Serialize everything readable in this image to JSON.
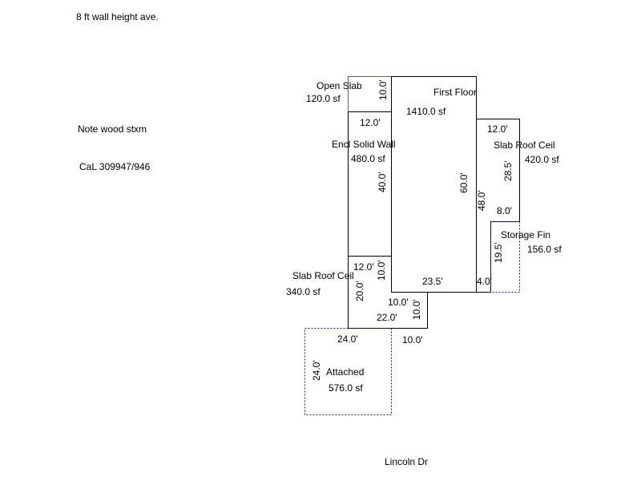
{
  "notes": {
    "wall_height": "8 ft wall height ave.",
    "wood": "Note wood stxm",
    "cal": "CaL 309947/946",
    "street": "Lincoln Dr"
  },
  "areas": {
    "open_slab": {
      "name": "Open Slab",
      "area": "120.0 sf",
      "color": "#2e8b2e"
    },
    "first_floor": {
      "name": "First Floor",
      "area": "1410.0 sf",
      "color": "#000000"
    },
    "encl_wall": {
      "name": "Encl Solid Wall",
      "area": "480.0 sf",
      "color": "#000000"
    },
    "slab_roof_right": {
      "name": "Slab Roof Ceil",
      "area": "420.0 sf",
      "color": "#000000"
    },
    "storage": {
      "name": "Storage Fin",
      "area": "156.0 sf",
      "color": "#1a1a80"
    },
    "slab_roof_left": {
      "name": "Slab Roof Ceil",
      "area": "340.0 sf",
      "color": "#000000"
    },
    "attached": {
      "name": "Attached",
      "area": "576.0 sf",
      "color": "#1a1a80"
    }
  },
  "dims": {
    "open_slab_h": "10.0'",
    "encl_top": "12.0'",
    "encl_h": "40.0'",
    "ff_h": "60.0'",
    "ff_right_h": "48.0'",
    "ff_bottom": "23.5'",
    "ff_bottom_right": "4.0'",
    "srr_top": "12.0'",
    "srr_h": "28.5'",
    "srr_bottom": "8.0'",
    "storage_h": "19.5'",
    "srl_top": "12.0'",
    "srl_inner_h": "10.0'",
    "srl_h": "20.0'",
    "srl_step": "10.0'",
    "srl_step_h": "10.0'",
    "srl_bottom": "22.0'",
    "att_top": "24.0'",
    "att_top_right": "10.0'",
    "att_h": "24.0'"
  }
}
